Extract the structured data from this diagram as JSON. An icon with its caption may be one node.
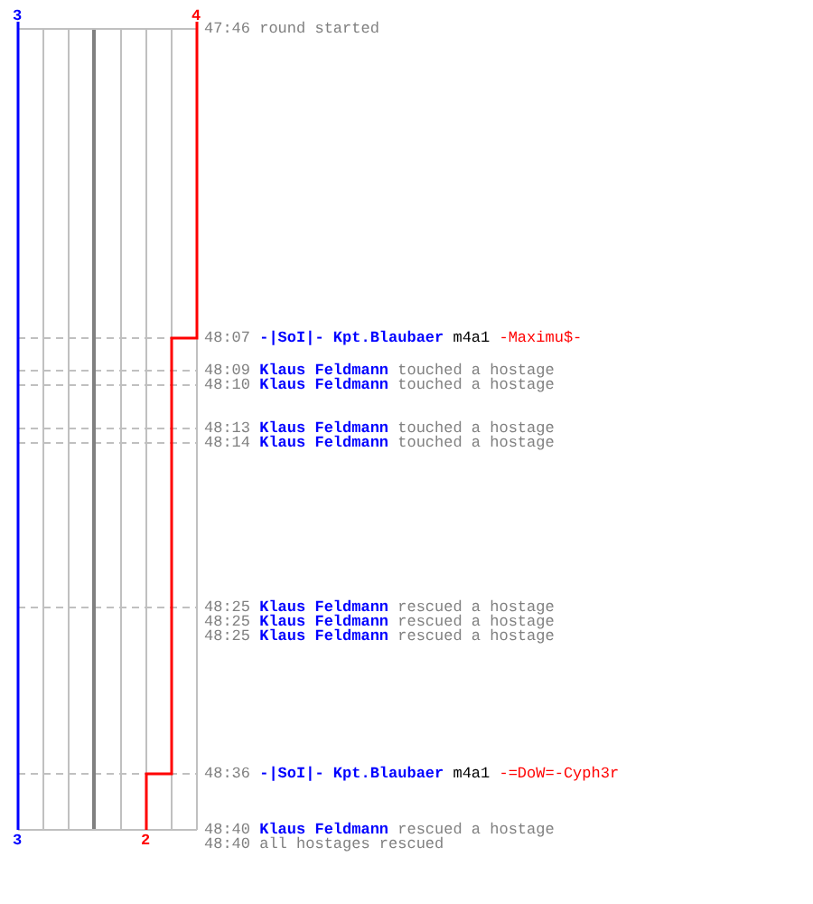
{
  "diagram": {
    "labels": [
      "3",
      "4",
      "47:46",
      "round started",
      "48:07",
      "-|SoI|- Kpt.Blaubaer",
      "m4a1",
      "-Maximu$-",
      "48:09",
      "Klaus Feldmann",
      "touched a hostage",
      "48:10",
      "Klaus Feldmann",
      "touched a hostage",
      "48:13",
      "Klaus Feldmann",
      "touched a hostage",
      "48:14",
      "Klaus Feldmann",
      "touched a hostage",
      "48:25",
      "Klaus Feldmann",
      "rescued a hostage",
      "48:25",
      "Klaus Feldmann",
      "rescued a hostage",
      "48:25",
      "Klaus Feldmann",
      "rescued a hostage",
      "48:36",
      "-|SoI|- Kpt.Blaubaer",
      "m4a1",
      "-=DoW=-Cyph3r",
      "3",
      "2",
      "48:40",
      "Klaus Feldmann",
      "rescued a hostage",
      "48:40",
      "all hostages rescued"
    ]
  }
}
